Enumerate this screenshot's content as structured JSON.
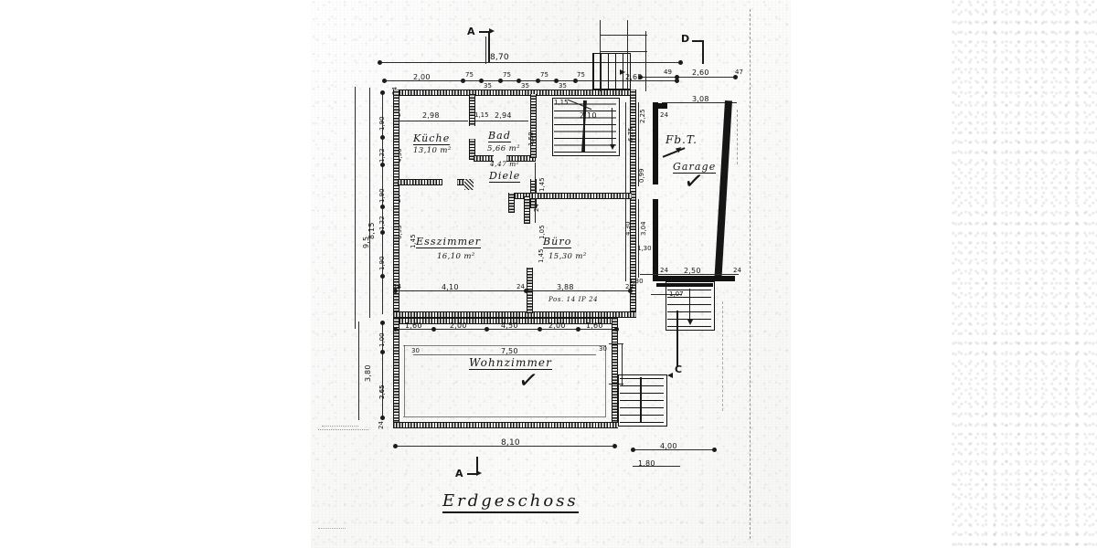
{
  "drawing": {
    "title": "Erdgeschoss",
    "type": "architectural-floor-plan",
    "language": "de",
    "paper": "scanned blueprint, grayscale"
  },
  "rooms": [
    {
      "name": "Küche",
      "area": "13,10 m²",
      "width_dim": "2,98"
    },
    {
      "name": "Bad",
      "area": "5,66 m²",
      "width_dim": "2,94"
    },
    {
      "name": "Diele",
      "area": "4,47 m²",
      "width_dim": ""
    },
    {
      "name": "Esszimmer",
      "area": "16,10 m²",
      "width_dim": "4,10"
    },
    {
      "name": "Büro",
      "area": "15,30 m²",
      "width_dim": "3,88"
    },
    {
      "name": "Wohnzimmer",
      "area": "",
      "width_dim": "7,50"
    },
    {
      "name": "Garage",
      "area": "",
      "width_dim": "2,50"
    }
  ],
  "annotations": {
    "fire_door": "Fb.T.",
    "position_note": "Pos. 14  IP 24",
    "garage_label": "Garage",
    "stair_up": "2,10"
  },
  "section_marks": {
    "a_top": "A",
    "a_bottom": "A",
    "c_right": "C",
    "d_topright": "D"
  },
  "dimensions": {
    "top_overall": "8,70",
    "top_chain": [
      "2,00",
      "75",
      "35",
      "75",
      "35",
      "75",
      "35",
      "75",
      "2,65"
    ],
    "top_right_chain": [
      "49",
      "2,60",
      "47"
    ],
    "top_right_inner": "3,08",
    "left_outer_upper": "9,5",
    "left_second": "8,15",
    "left_outer_lower": "3,80",
    "left_chain_upper": [
      "1,90",
      "1,22",
      "1,90",
      "1,22",
      "1,90"
    ],
    "left_chain_lower": [
      "1,00",
      "2,65",
      "24"
    ],
    "left_inner_upper": "4,50",
    "left_inner_mid": "6,95",
    "right_chain": [
      "6,75",
      "2,25",
      "0,99",
      "3,04",
      "1,30"
    ],
    "right_lower": [
      "4,30",
      "24",
      "1,07"
    ],
    "interior_vertical": [
      "1,58",
      "1,45",
      "1,24",
      "1,05",
      "1,45"
    ],
    "wall_thickness": "24",
    "living_chain": [
      "1,60",
      "2,00",
      "4,50",
      "2,00",
      "1,60"
    ],
    "living_span": "7,50",
    "living_small": [
      "30",
      "30"
    ],
    "living_left_vert": [
      "2,65",
      "24"
    ],
    "bottom_overall": "8,10",
    "bottom_right": "4,00",
    "bottom_right_small": "1,80",
    "garage_bottom": [
      "24",
      "2,50",
      "24"
    ],
    "stair_mark": "1,15"
  }
}
